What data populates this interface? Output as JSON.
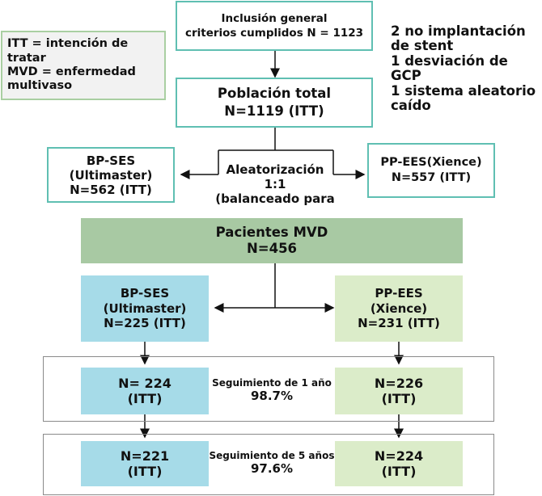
{
  "legend": {
    "line1": "ITT = intención de tratar",
    "line2": "MVD = enfermedad",
    "line3": "multivaso"
  },
  "inclusion": {
    "line1": "Inclusión general",
    "line2": "criterios cumplidos N = 1123"
  },
  "exclusions": {
    "line1": "2 no implantación",
    "line2": "de stent",
    "line3": "1 desviación de",
    "line4": "GCP",
    "line5": "1 sistema aleatorio",
    "line6": "caído"
  },
  "population": {
    "line1": "Población total",
    "line2": "N=1119 (ITT)"
  },
  "randomization": {
    "line1": "Aleatorización",
    "line2": "1:1",
    "line3": "(balanceado para"
  },
  "left_arm": {
    "line1": "BP-SES",
    "line2": "(Ultimaster)",
    "line3": "N=562 (ITT)"
  },
  "right_arm": {
    "line1": "PP-EES(Xience)",
    "line2": "N=557 (ITT)"
  },
  "mvd": {
    "line1": "Pacientes MVD",
    "line2": "N=456"
  },
  "mvd_left": {
    "line1": "BP-SES",
    "line2": "(Ultimaster)",
    "line3": "N=225 (ITT)"
  },
  "mvd_right": {
    "line1": "PP-EES",
    "line2": "(Xience)",
    "line3": "N=231 (ITT)"
  },
  "followup1": {
    "left_line1": "N= 224",
    "left_line2": "(ITT)",
    "label": "Seguimiento de 1 año",
    "pct": "98.7%",
    "right_line1": "N=226",
    "right_line2": "(ITT)"
  },
  "followup5": {
    "left_line1": "N=221",
    "left_line2": "(ITT)",
    "label": "Seguimiento de 5 años",
    "pct": "97.6%",
    "right_line1": "N=224",
    "right_line2": "(ITT)"
  },
  "colors": {
    "teal_border": "#5fbfb2",
    "mvd_fill": "#a8c9a3",
    "blue_fill": "#a6dbe8",
    "green_fill": "#dbecc9"
  }
}
